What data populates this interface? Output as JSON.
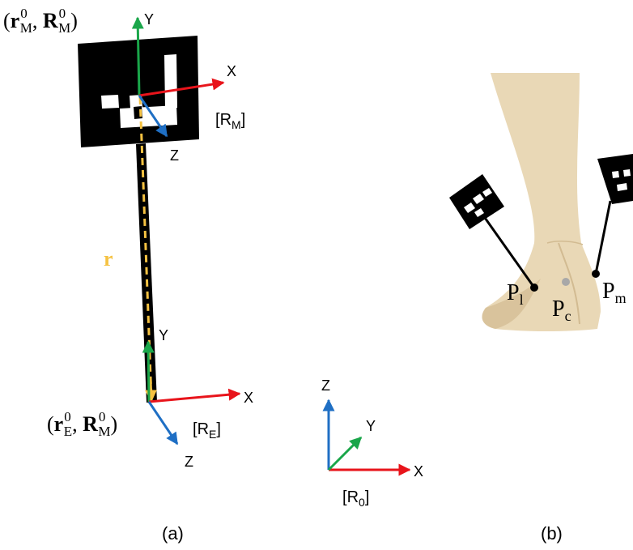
{
  "panel_a": {
    "caption": "(a)",
    "marker_pose": {
      "r": "r",
      "sup_r": "0",
      "sub_r": "M",
      "R": "R",
      "sup_R": "0",
      "sub_R": "M"
    },
    "end_pose": {
      "r": "r",
      "sup_r": "0",
      "sub_r": "E",
      "R": "R",
      "sup_R": "0",
      "sub_R": "M"
    },
    "vector_label": "r",
    "marker_frame": {
      "x": "X",
      "y": "Y",
      "z": "Z",
      "name": "R",
      "name_sub": "M"
    },
    "end_frame": {
      "x": "X",
      "y": "Y",
      "z": "Z",
      "name": "R",
      "name_sub": "E"
    },
    "world_frame": {
      "x": "X",
      "y": "Y",
      "z": "Z",
      "name": "R",
      "name_sub": "0"
    }
  },
  "panel_b": {
    "caption": "(b)",
    "points": [
      {
        "base": "P",
        "sub": "l"
      },
      {
        "base": "P",
        "sub": "c"
      },
      {
        "base": "P",
        "sub": "m"
      }
    ]
  },
  "colors": {
    "x_axis": "#e8141b",
    "y_axis": "#1aa64a",
    "z_axis": "#1f6fc4",
    "vector_r": "#f5c242",
    "skin": "#e9d8b6",
    "skin_shadow": "#d2bb92"
  }
}
